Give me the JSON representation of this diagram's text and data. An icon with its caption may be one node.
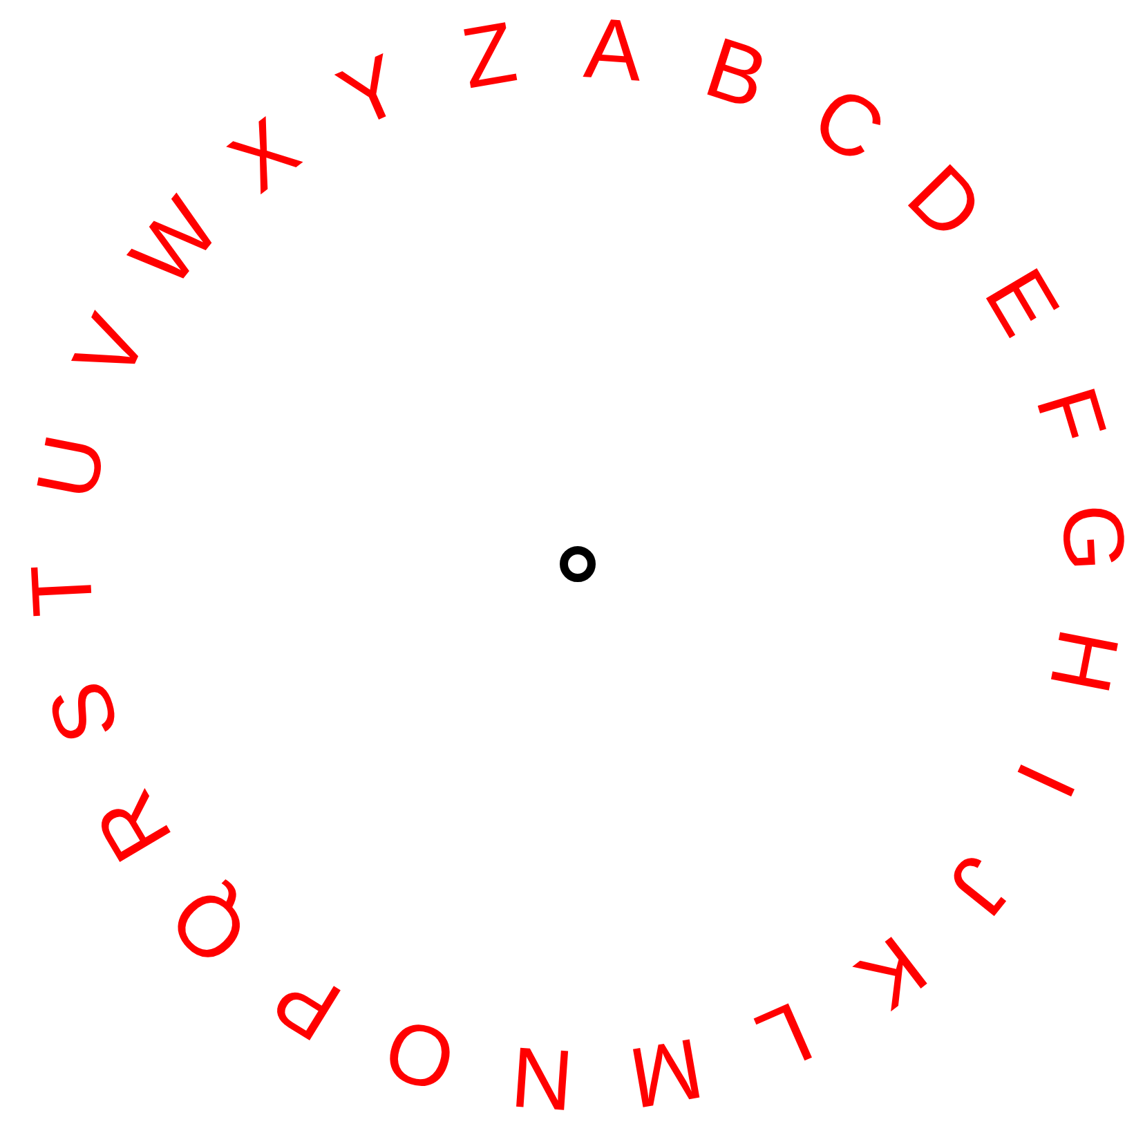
{
  "diagram": {
    "labels": [
      "A",
      "B",
      "C",
      "D",
      "E",
      "F",
      "G",
      "H",
      "I",
      "J",
      "K",
      "L",
      "M",
      "N",
      "O",
      "P",
      "Q",
      "R",
      "S",
      "T",
      "U",
      "V",
      "W",
      "X",
      "Y",
      "Z"
    ]
  }
}
